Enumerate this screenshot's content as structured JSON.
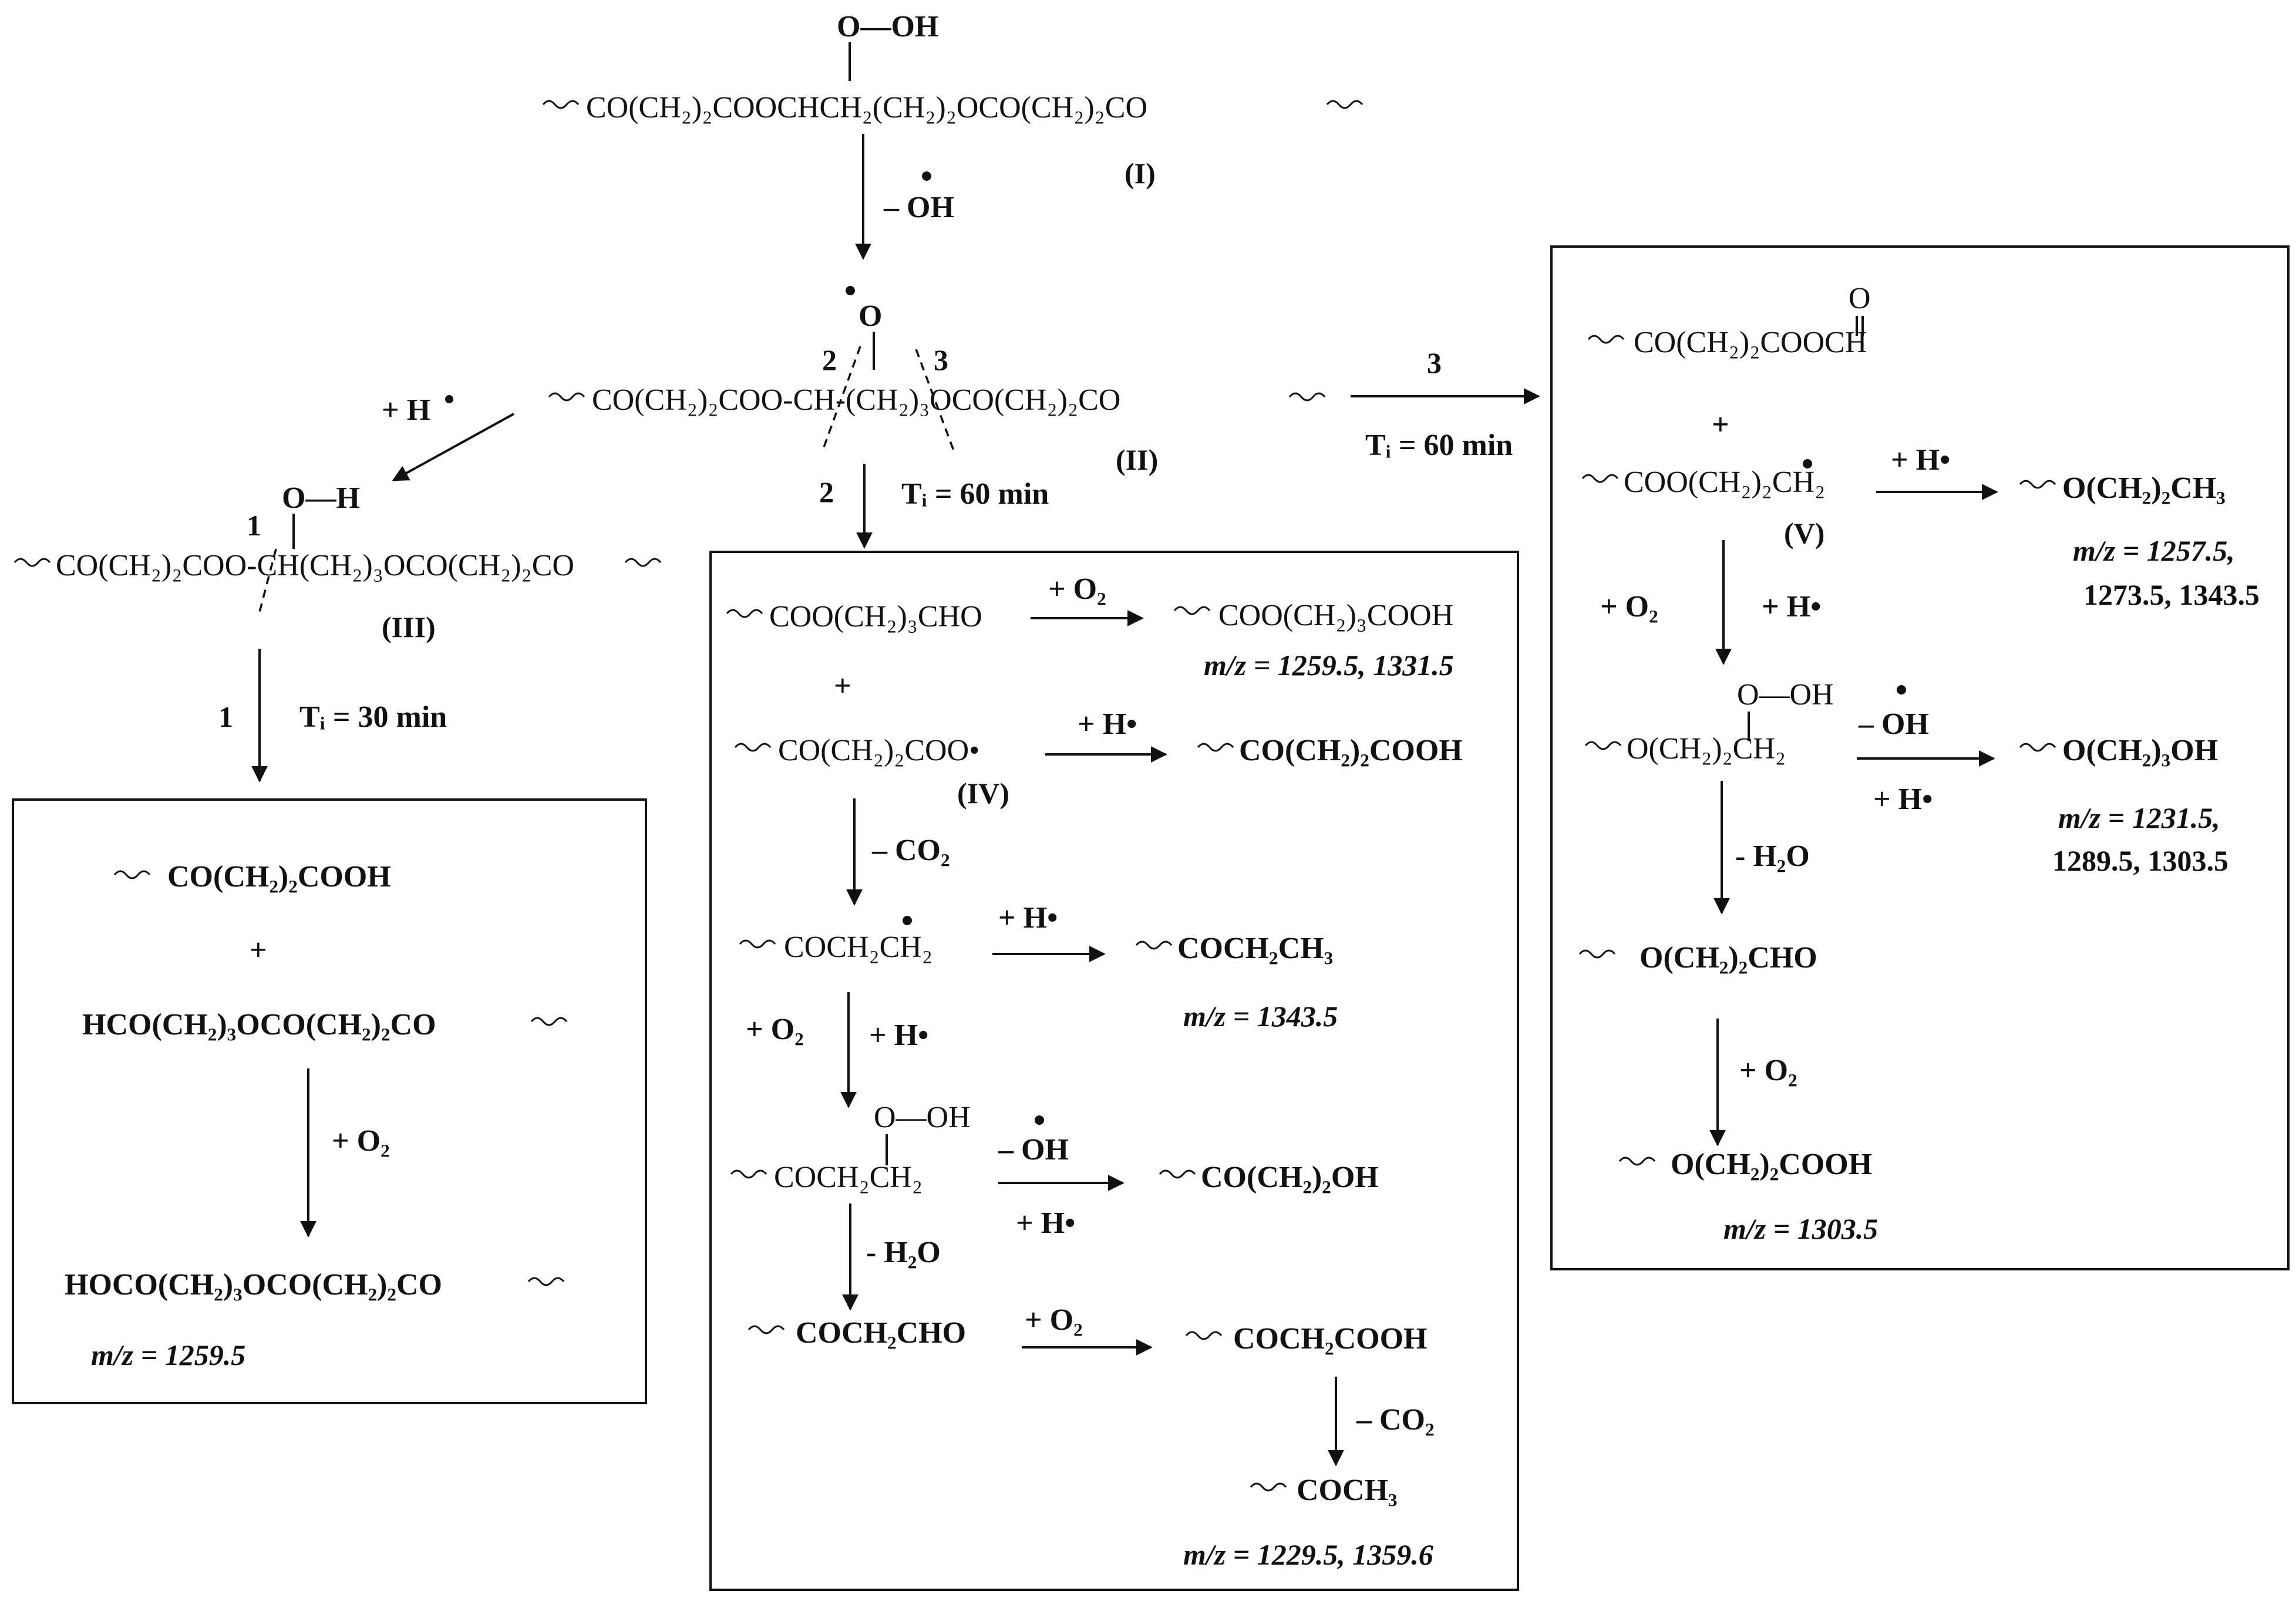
{
  "top": {
    "ooh": "O—OH",
    "chain_I": "CO(CH₂)₂COOCHCH₂(CH₂)₂OCO(CH₂)₂CO",
    "label_I": "(I)",
    "step_minus_oh": "– OH"
  },
  "center": {
    "o_radical": "O",
    "chain_II": "CO(CH₂)₂COO-CH-(CH₂)₃OCO(CH₂)₂CO",
    "label_II": "(II)",
    "cleave_2": "2",
    "cleave_3": "3",
    "branch_2": "2",
    "ti_2": "Tᵢ = 60 min",
    "branch_3": "3",
    "ti_3": "Tᵢ = 60 min",
    "plus_h": "+ H"
  },
  "left": {
    "oh": "O—H",
    "cleave_1": "1",
    "chain_III": "CO(CH₂)₂COO-CH(CH₂)₃OCO(CH₂)₂CO",
    "label_III": "(III)",
    "branch_1": "1",
    "ti_1": "Tᵢ = 30 min",
    "p1": "CO(CH₂)₂COOH",
    "plus": "+",
    "p2": "HCO(CH₂)₃OCO(CH₂)₂CO",
    "plus_o2": "+ O₂",
    "p3": "HOCO(CH₂)₃OCO(CH₂)₂CO",
    "mz": "m/z = 1259.5"
  },
  "middle": {
    "r1": "COO(CH₂)₃CHO",
    "r1_step": "+ O₂",
    "r1_prod": "COO(CH₂)₃COOH",
    "r1_mz": "m/z = 1259.5, 1331.5",
    "plus": "+",
    "r2": "CO(CH₂)₂COO•",
    "r2_label": "(IV)",
    "r2_step": "+ H•",
    "r2_prod": "CO(CH₂)₂COOH",
    "minus_co2": "– CO₂",
    "r3": "COCH₂CH₂",
    "r3_step": "+ H•",
    "r3_prod": "COCH₂CH₃",
    "r3_mz": "m/z = 1343.5",
    "plus_o2": "+ O₂",
    "plus_h": "+ H•",
    "ooh": "O—OH",
    "r4": "COCH₂CH₂",
    "r4_step_a": "– OH",
    "r4_step_b": "+ H•",
    "r4_prod": "CO(CH₂)₂OH",
    "minus_h2o": "- H₂O",
    "r5": "COCH₂CHO",
    "r5_step": "+ O₂",
    "r5_prod": "COCH₂COOH",
    "minus_co2_b": "– CO₂",
    "r6": "COCH₃",
    "r6_mz": "m/z = 1229.5, 1359.6"
  },
  "right": {
    "carbonyl_o": "O",
    "q1": "CO(CH₂)₂COOCH",
    "plus": "+",
    "q2": "COO(CH₂)₂CH₂",
    "q2_label": "(V)",
    "q2_step": "+ H•",
    "q2_prod": "O(CH₂)₂CH₃",
    "q2_mz_a": "m/z = 1257.5,",
    "q2_mz_b": "1273.5, 1343.5",
    "plus_o2": "+ O₂",
    "plus_h": "+ H•",
    "ooh": "O—OH",
    "q3": "O(CH₂)₂CH₂",
    "q3_step_a": "– OH",
    "q3_step_b": "+ H•",
    "q3_prod": "O(CH₂)₃OH",
    "q3_mz_a": "m/z = 1231.5,",
    "q3_mz_b": "1289.5, 1303.5",
    "minus_h2o": "- H₂O",
    "q4": "O(CH₂)₂CHO",
    "q4_step": "+ O₂",
    "q5": "O(CH₂)₂COOH",
    "q5_mz": "m/z = 1303.5"
  }
}
